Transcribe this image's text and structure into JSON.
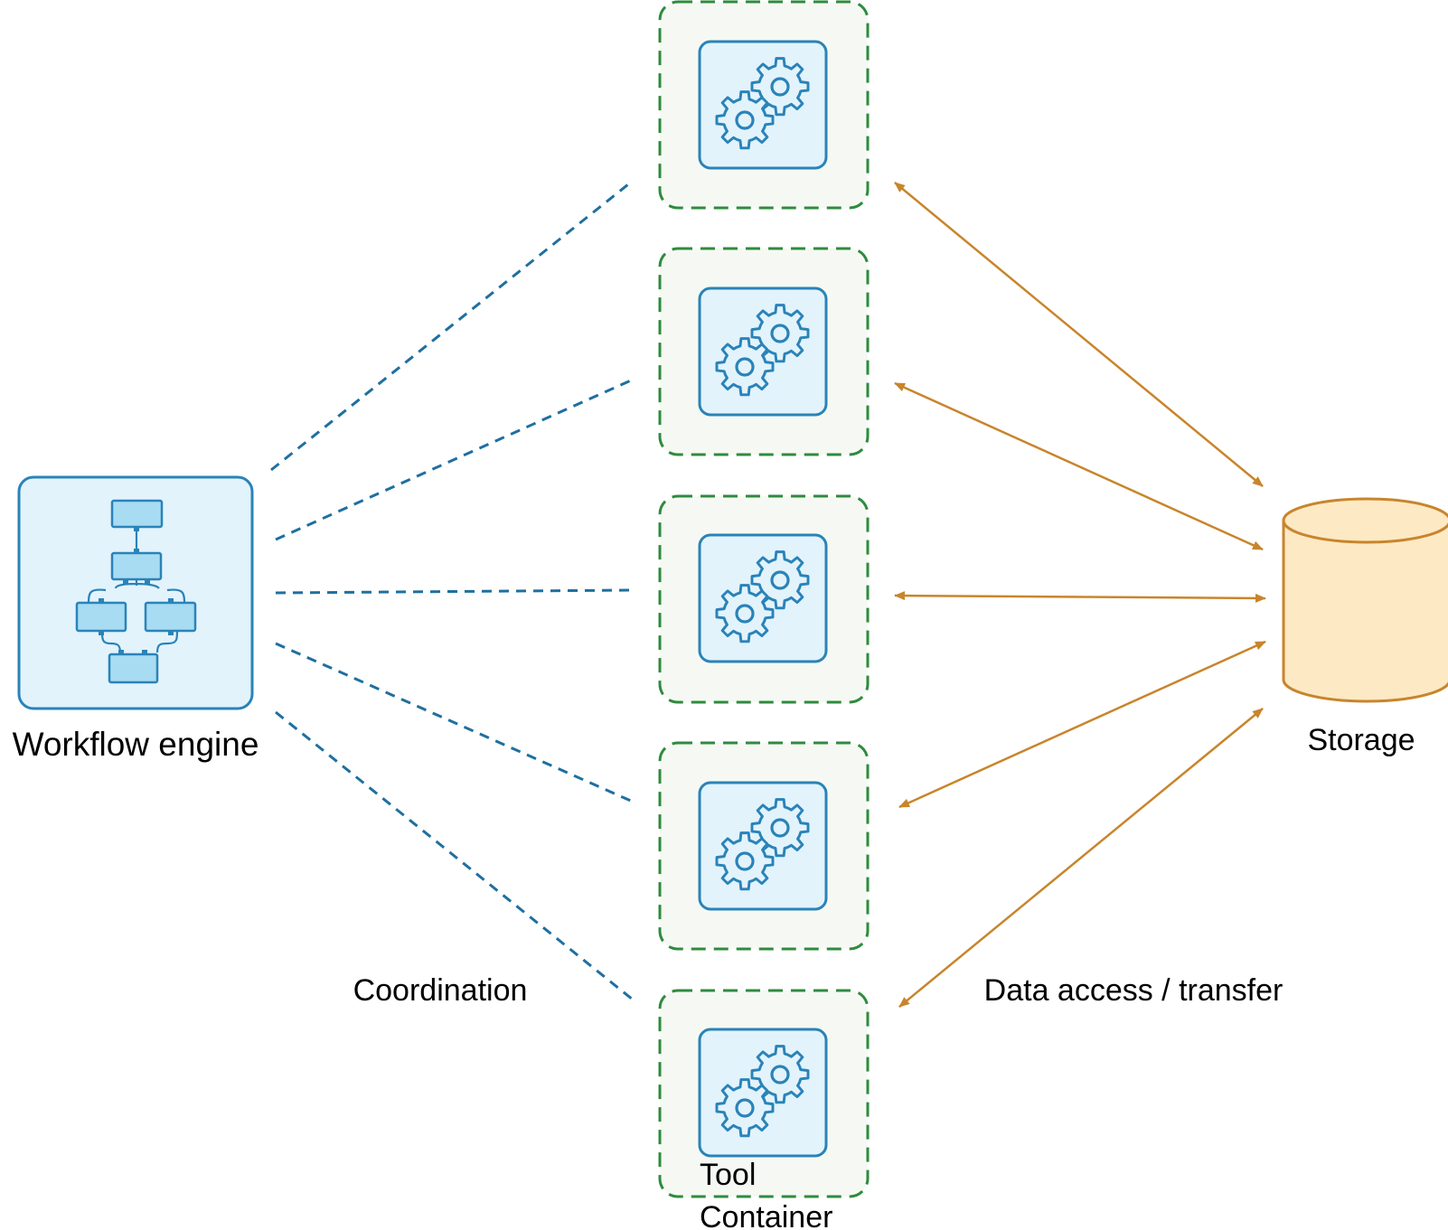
{
  "workflow_engine": {
    "label": "Workflow engine",
    "icon": "workflow-icon"
  },
  "storage": {
    "label": "Storage",
    "icon": "database-cylinder-icon"
  },
  "containers": [
    {
      "icon": "gears-icon"
    },
    {
      "icon": "gears-icon"
    },
    {
      "icon": "gears-icon"
    },
    {
      "icon": "gears-icon"
    },
    {
      "icon": "gears-icon",
      "label_line1": "Tool",
      "label_line2": "Container"
    }
  ],
  "edges": {
    "coordination_label": "Coordination",
    "data_label": "Data access / transfer"
  },
  "colors": {
    "coordination_line": "#1f6fa0",
    "data_line": "#c8852c",
    "container_border": "#2e8b3e",
    "container_fill": "#f6f9f3",
    "icon_stroke": "#2a83b8",
    "icon_fill": "#e2f3fc",
    "storage_stroke": "#c8852c",
    "storage_fill": "#fde9c4"
  }
}
